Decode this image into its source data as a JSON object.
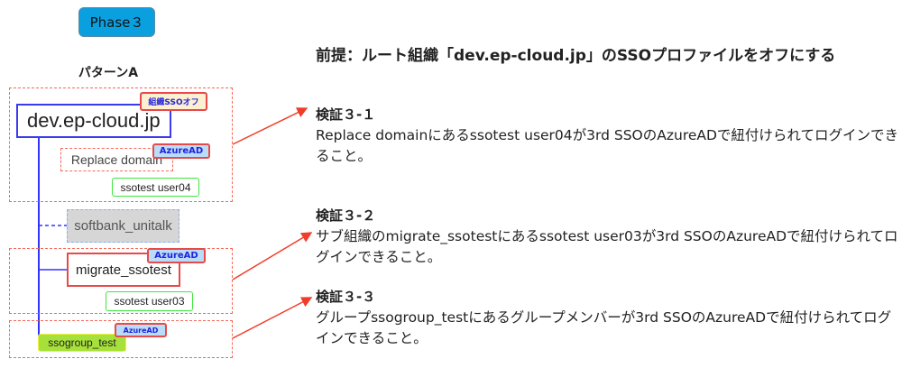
{
  "phase": "Phase３",
  "pattern": "パターンA",
  "left": {
    "org": "dev.ep-cloud.jp",
    "org_badge": "組織SSOオフ",
    "replace_domain": "Replace domain",
    "azure_badge": "AzureAD",
    "user04": "ssotest user04",
    "softbank": "softbank_unitalk",
    "migrate": "migrate_ssotest",
    "user03": "ssotest user03",
    "group": "ssogroup_test"
  },
  "title": "前提：ルート組織「dev.ep-cloud.jp」のSSOプロファイルをオフにする",
  "checks": [
    {
      "heading": "検証３-１",
      "body": "Replace domainにあるssotest user04が3rd SSOのAzureADで紐付けられてログインできること。"
    },
    {
      "heading": "検証３-２",
      "body": "サブ組織のmigrate_ssotestにあるssotest user03が3rd SSOのAzureADで紐付けられてログインできること。"
    },
    {
      "heading": "検証３-３",
      "body": "グループssogroup_testにあるグループメンバーが3rd SSOのAzureADで紐付けられてログインできること。"
    }
  ],
  "colors": {
    "phase": "#0aa0e0",
    "dashed": "#f46a5a",
    "tree_line": "#3333ff",
    "azure": "#b9dcf8",
    "group": "#a6e03a"
  }
}
